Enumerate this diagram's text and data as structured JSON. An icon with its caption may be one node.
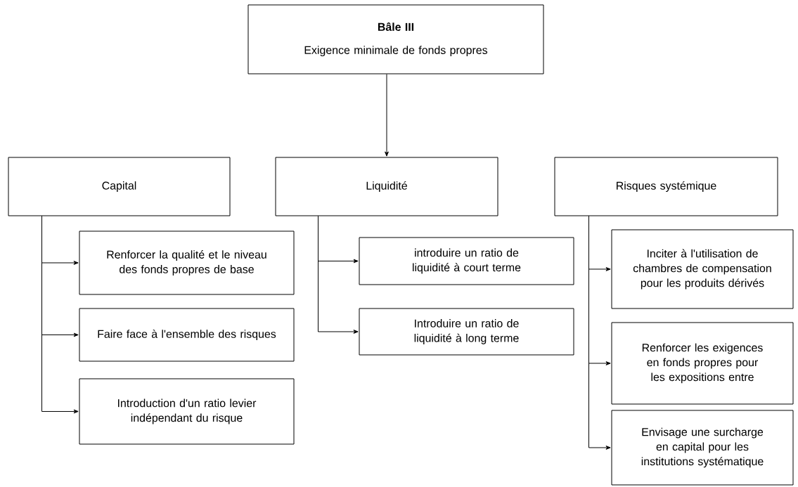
{
  "diagram": {
    "nodes": [
      {
        "text": [
          "Bâle III",
          "Exigence minimale de fonds propres"
        ]
      },
      {
        "text": [
          "Capital"
        ]
      },
      {
        "text": [
          "Liquidité"
        ]
      },
      {
        "text": [
          "Risques systémique"
        ]
      },
      {
        "text": [
          "Renforcer la qualité et le niveau des fonds propres de base"
        ]
      },
      {
        "text": [
          "Faire face à l'ensemble des risques"
        ]
      },
      {
        "text": [
          "Introduction d'un ratio levier indépendant du risque"
        ]
      },
      {
        "text": [
          "introduire un ratio de liquidité à court terme"
        ]
      },
      {
        "text": [
          "Introduire un ratio de liquidité à long terme"
        ]
      },
      {
        "text": [
          "Inciter à l'utilisation de chambres de compensation pour les produits dérivés"
        ]
      },
      {
        "text": [
          "Renforcer les exigences en fonds propres pour les expositions entre"
        ]
      },
      {
        "text": [
          "Envisage une surcharge en capital pour les institutions systématique"
        ]
      }
    ],
    "edges": [
      {
        "from": 0,
        "to": 2,
        "arrow": "to"
      },
      {
        "from": 1,
        "to": 4,
        "arrow": "to"
      },
      {
        "from": 1,
        "to": 5,
        "arrow": "to"
      },
      {
        "from": 1,
        "to": 6,
        "arrow": "to"
      },
      {
        "from": 2,
        "to": 7,
        "arrow": "to"
      },
      {
        "from": 2,
        "to": 8,
        "arrow": "to"
      },
      {
        "from": 3,
        "to": 9,
        "arrow": "to"
      },
      {
        "from": 3,
        "to": 10,
        "arrow": "to"
      },
      {
        "from": 3,
        "to": 11,
        "arrow": "to"
      }
    ]
  }
}
